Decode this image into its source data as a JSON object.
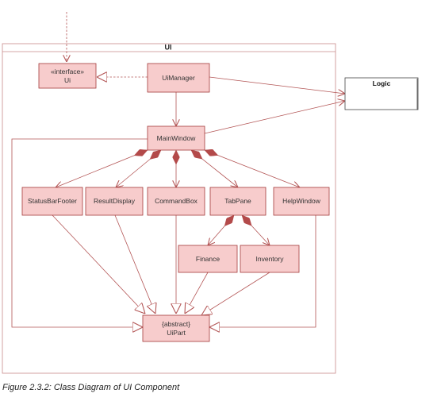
{
  "diagram": {
    "package_name": "UI",
    "classes": {
      "ui": {
        "stereotype": "«interface»",
        "name": "Ui"
      },
      "uimanager": {
        "name": "UiManager"
      },
      "mainwindow": {
        "name": "MainWindow"
      },
      "statusbarfooter": {
        "name": "StatusBarFooter"
      },
      "resultdisplay": {
        "name": "ResultDisplay"
      },
      "commandbox": {
        "name": "CommandBox"
      },
      "tabpane": {
        "name": "TabPane"
      },
      "helpwindow": {
        "name": "HelpWindow"
      },
      "finance": {
        "name": "Finance"
      },
      "inventory": {
        "name": "Inventory"
      },
      "uipart": {
        "stereotype": "{abstract}",
        "name": "UiPart"
      }
    },
    "external": {
      "logic": {
        "name": "Logic"
      }
    }
  },
  "caption": "Figure 2.3.2: Class Diagram of UI Component",
  "colors": {
    "class_fill": "#f7cccc",
    "class_border": "#a33b3b",
    "edge": "#b35555",
    "package_border": "#c98a8a"
  }
}
